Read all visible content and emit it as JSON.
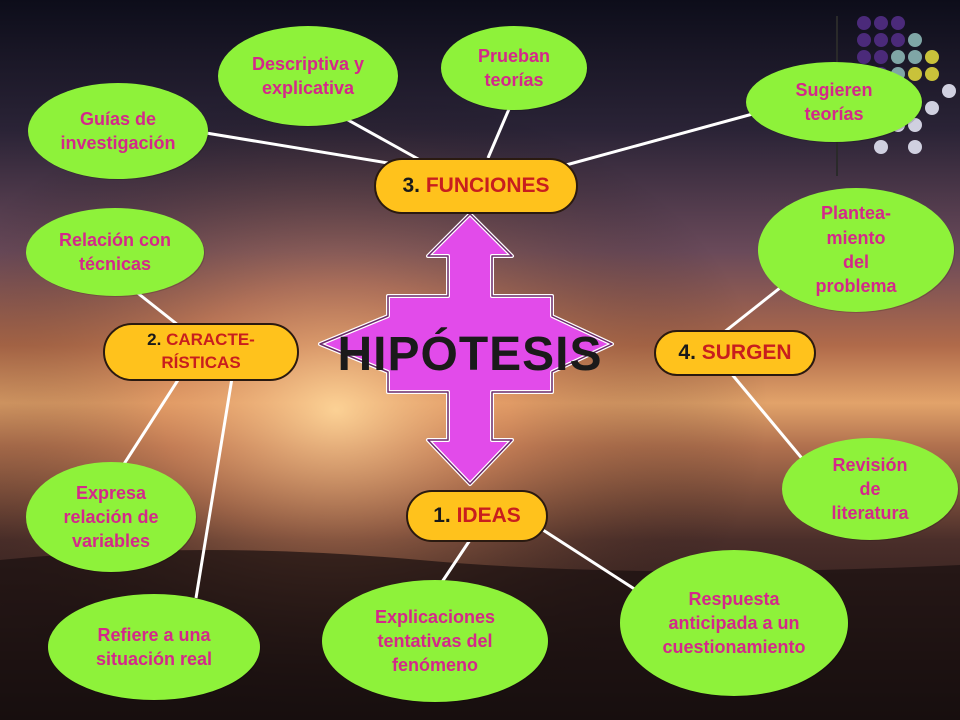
{
  "center": {
    "title": "HIPÓTESIS"
  },
  "categories": {
    "funciones": {
      "num": "3.",
      "label": "FUNCIONES"
    },
    "caracteristicas": {
      "num": "2.",
      "label": "CARACTE-\nRÍSTICAS"
    },
    "surgen": {
      "num": "4.",
      "label": "SURGEN"
    },
    "ideas": {
      "num": "1.",
      "label": "IDEAS"
    }
  },
  "nodes": {
    "descriptiva": "Descriptiva y\nexplicativa",
    "prueban": "Prueban\nteorías",
    "sugieren": "Sugieren\nteorías",
    "guias": "Guías de\ninvestigación",
    "relacion_tecnicas": "Relación con\ntécnicas",
    "planteamiento": "Plantea-\nmiento\ndel\nproblema",
    "expresa": "Expresa\nrelación de\nvariables",
    "revision": "Revisión\nde\nliteratura",
    "refiere": "Refiere a una\nsituación real",
    "explicaciones": "Explicaciones\ntentativas del\nfenómeno",
    "respuesta": "Respuesta\nanticipada a un\ncuestionamiento"
  },
  "colors": {
    "node_fill": "#8ef23a",
    "node_text": "#d4288a",
    "category_fill": "#ffc21c",
    "category_text": "#c81e1e",
    "arrow_fill": "#e24bea",
    "line": "#ffffff"
  },
  "decoration": {
    "dot_colors": [
      "#4b2a7a",
      "#7fa6a6",
      "#c9c23a",
      "#d0d0e0"
    ]
  }
}
